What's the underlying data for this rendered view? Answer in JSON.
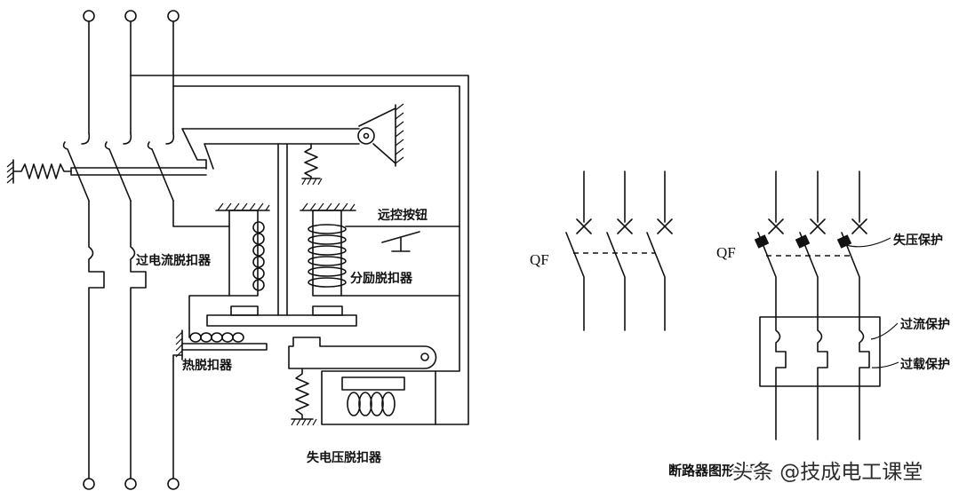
{
  "structure_diagram": {
    "labels": {
      "overcurrent_release": "过电流脱扣器",
      "remote_button": "远控按钮",
      "shunt_release": "分励脱扣器",
      "thermal_release": "热脱扣器",
      "undervoltage_release": "失电压脱扣器"
    }
  },
  "symbol_basic": {
    "designation": "QF"
  },
  "symbol_protection": {
    "designation": "QF",
    "undervoltage_label": "失压保护",
    "overcurrent_label": "过流保护",
    "overload_label": "过载保护"
  },
  "caption": "断路器图形符号",
  "watermark": "头条 @技成电工课堂"
}
